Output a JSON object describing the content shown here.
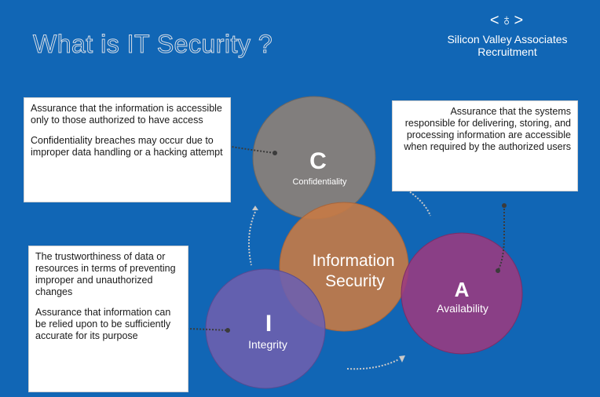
{
  "header": {
    "title": "What is IT Security ?",
    "brand_logo": "<♁>",
    "brand_name": "Silicon Valley Associates",
    "brand_sub": "Recruitment"
  },
  "center": {
    "label_line1": "Information",
    "label_line2": "Security"
  },
  "confidentiality": {
    "letter": "C",
    "label": "Confidentiality",
    "text1": "Assurance that the information is accessible only to those authorized to have access",
    "text2": "Confidentiality breaches may occur due to improper data handling or a hacking attempt"
  },
  "availability": {
    "letter": "A",
    "label": "Availability",
    "text1": "Assurance that the systems responsible for delivering, storing, and processing information are accessible when required by the authorized users"
  },
  "integrity": {
    "letter": "I",
    "label": "Integrity",
    "text1": "The trustworthiness of data or resources in terms of preventing improper and unauthorized changes",
    "text2": "Assurance that information can be relied upon to be sufficiently accurate for its purpose"
  },
  "colors": {
    "background": "#1166b5",
    "confidentiality": "#8a8079",
    "information_security": "#c77a45",
    "availability": "#9b3a7f",
    "integrity": "#6d5fae"
  }
}
